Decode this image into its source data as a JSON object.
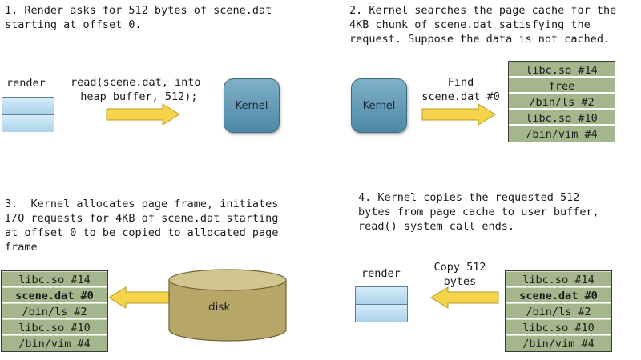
{
  "steps": {
    "s1": "1. Render asks for 512 bytes of scene.dat\nstarting at offset 0.",
    "s2": "2. Kernel searches the page cache for the\n4KB chunk of scene.dat satisfying the\nrequest. Suppose the data is not cached.",
    "s3": "3.  Kernel allocates page frame, initiates\nI/O requests for 4KB of scene.dat starting\nat offset 0 to be copied to allocated page\nframe",
    "s4": "4. Kernel copies the requested 512\nbytes from page cache to user buffer,\nread() system call ends."
  },
  "panel1": {
    "render_label": "render",
    "call_text": "read(scene.dat, into\n heap buffer, 512);",
    "kernel_label": "Kernel"
  },
  "panel2": {
    "kernel_label": "Kernel",
    "find_text": "Find\nscene.dat #0",
    "cache": [
      "libc.so #14",
      "free",
      "/bin/ls #2",
      "libc.so #10",
      "/bin/vim #4"
    ]
  },
  "panel3": {
    "cache": [
      "libc.so #14",
      "scene.dat #0",
      "/bin/ls #2",
      "libc.so #10",
      "/bin/vim #4"
    ],
    "disk_label": "disk"
  },
  "panel4": {
    "render_label": "render",
    "copy_text": "Copy 512\nbytes",
    "cache": [
      "libc.so #14",
      "scene.dat #0",
      "/bin/ls #2",
      "libc.so #10",
      "/bin/vim #4"
    ]
  },
  "colors": {
    "cache_fill": "#a3b68c",
    "arrow_fill": "#f5d44a",
    "kernel_fill": "#5b93b0",
    "disk_fill": "#b6a668",
    "buffer_fill": "#b9dbef"
  }
}
